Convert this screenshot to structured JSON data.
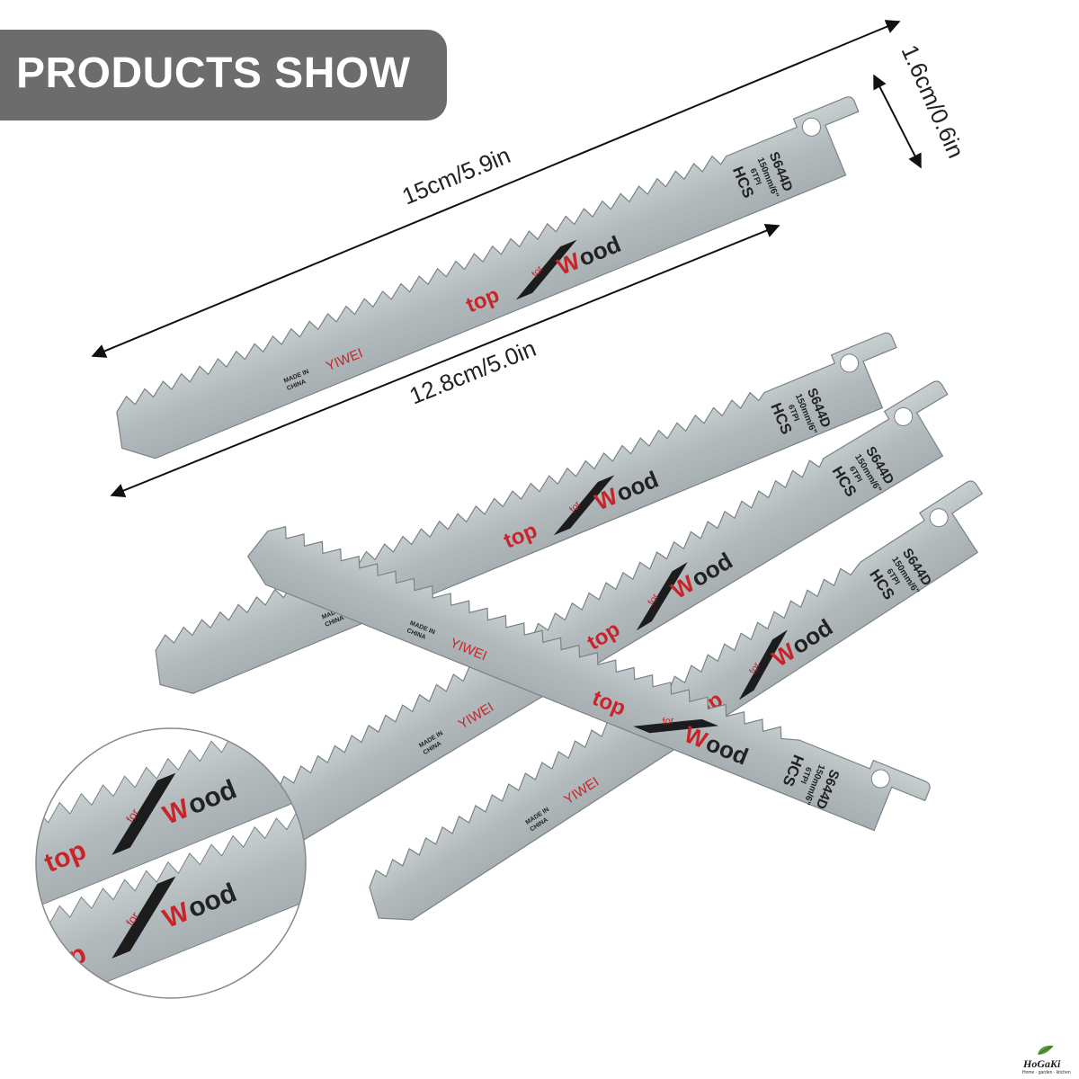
{
  "banner": {
    "title": "PRODUCTS SHOW"
  },
  "dimensions": {
    "overall_length": "15cm/5.9in",
    "cutting_length": "12.8cm/5.0in",
    "width": "1.6cm/0.6in"
  },
  "blade_print": {
    "model": "S644D",
    "size": "150mm/6\"",
    "tpi": "6TPI",
    "material": "HCS",
    "brand": "YIWEI",
    "origin_line1": "MADE IN",
    "origin_line2": "CHINA",
    "top": "top",
    "for": "for",
    "wood": "Wood"
  },
  "logo": {
    "name": "HoGaKi",
    "tagline": "Home · garden · kitchen"
  },
  "colors": {
    "banner_bg": "#6c6c6c",
    "blade_steel": "#b4bcbe",
    "blade_edge": "#7a8285",
    "print_dark": "#222222",
    "print_red": "#c8252a",
    "arrow": "#111111"
  }
}
